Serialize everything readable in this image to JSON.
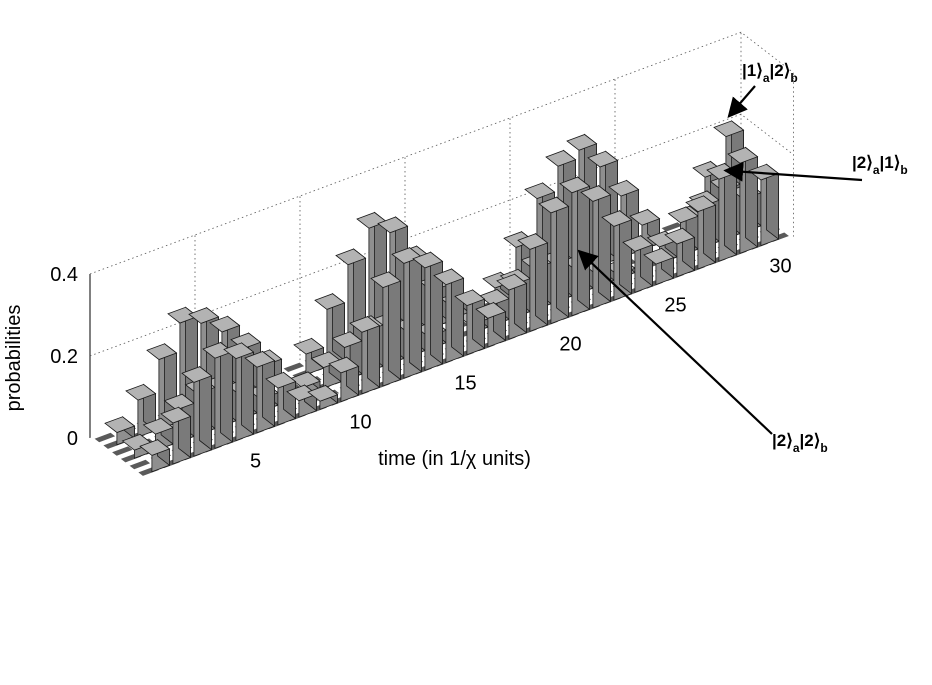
{
  "chart_data": {
    "type": "bar3d",
    "xlabel": "time (in 1/χ units)",
    "ylabel": "probabilities",
    "xticks": [
      "5",
      "10",
      "15",
      "20",
      "25",
      "30"
    ],
    "zticks": [
      "0",
      "0.2",
      "0.4"
    ],
    "xlim": [
      0,
      31
    ],
    "zlim": [
      0,
      0.4
    ],
    "grid": true,
    "series": [
      {
        "label_ket1": "|1⟩",
        "label_sub1": "a",
        "label_ket2": "|2⟩",
        "label_sub2": "b",
        "x": [
          1,
          2,
          3,
          4,
          5,
          6,
          7,
          8,
          9,
          10,
          11,
          12,
          13,
          14,
          15,
          16,
          17,
          18,
          19,
          20,
          21,
          22,
          23,
          24,
          25,
          26,
          27,
          28,
          29,
          30
        ],
        "values": [
          0.03,
          0.09,
          0.17,
          0.24,
          0.22,
          0.18,
          0.12,
          0.06,
          0,
          0.05,
          0.14,
          0.23,
          0.3,
          0.27,
          0.18,
          0.09,
          0.03,
          0,
          0.04,
          0.12,
          0.22,
          0.28,
          0.3,
          0.24,
          0.15,
          0.06,
          0,
          0.03,
          0.12,
          0.2
        ]
      },
      {
        "label_ket1": "|2⟩",
        "label_sub1": "a",
        "label_ket2": "|1⟩",
        "label_sub2": "b",
        "x": [
          1,
          2,
          3,
          4,
          5,
          6,
          7,
          8,
          9,
          10,
          11,
          12,
          13,
          14,
          15,
          16,
          17,
          18,
          19,
          20,
          21,
          22,
          23,
          24,
          25,
          26,
          27,
          28,
          29,
          30
        ],
        "values": [
          0.02,
          0.04,
          0.08,
          0.1,
          0.09,
          0.06,
          0.03,
          0,
          0.02,
          0.05,
          0.08,
          0.1,
          0.09,
          0.06,
          0.03,
          0,
          0.02,
          0.05,
          0.08,
          0.1,
          0.09,
          0.06,
          0.03,
          0.01,
          0,
          0.04,
          0.08,
          0.1,
          0.12,
          0.08
        ]
      },
      {
        "label_ket1": "|2⟩",
        "label_sub1": "a",
        "label_ket2": "|2⟩",
        "label_sub2": "b",
        "x": [
          1,
          2,
          3,
          4,
          5,
          6,
          7,
          8,
          9,
          10,
          11,
          12,
          13,
          14,
          15,
          16,
          17,
          18,
          19,
          20,
          21,
          22,
          23,
          24,
          25,
          26,
          27,
          28,
          29,
          30
        ],
        "values": [
          0.04,
          0.1,
          0.18,
          0.22,
          0.2,
          0.16,
          0.09,
          0.04,
          0.02,
          0.07,
          0.15,
          0.24,
          0.28,
          0.25,
          0.19,
          0.12,
          0.07,
          0.12,
          0.2,
          0.27,
          0.3,
          0.26,
          0.18,
          0.1,
          0.05,
          0.08,
          0.14,
          0.2,
          0.22,
          0.16
        ]
      }
    ]
  }
}
